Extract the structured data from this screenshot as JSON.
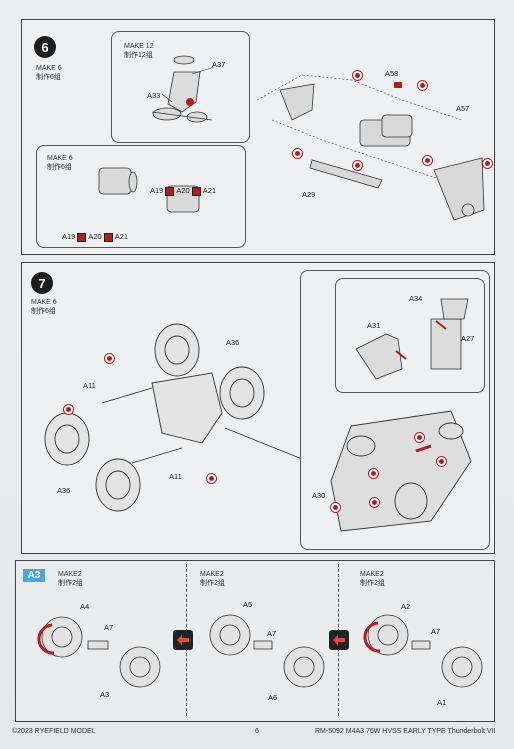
{
  "step6": {
    "number": "6",
    "make_en": "MAKE 6",
    "make_cn": "制作6组",
    "inset1": {
      "make_en": "MAKE 12",
      "make_cn": "制作12组",
      "labels": [
        "A37",
        "A33"
      ]
    },
    "inset2": {
      "make_en": "MAKE 6",
      "make_cn": "制作6组",
      "row1": {
        "a": "A19",
        "b": "A20",
        "c": "A21"
      },
      "row2": {
        "a": "A19",
        "b": "A20",
        "c": "A21"
      }
    },
    "labels": [
      "A58",
      "A57",
      "A29"
    ]
  },
  "step7": {
    "number": "7",
    "make_en": "MAKE 6",
    "make_cn": "制作6组",
    "labels": [
      "A36",
      "A11",
      "A36",
      "A11"
    ],
    "inset_labels": [
      "A34",
      "A31",
      "A27"
    ],
    "main_labels": [
      "A30"
    ]
  },
  "stepA3": {
    "tag": "A3",
    "columns": [
      {
        "make_en": "MAKE2",
        "make_cn": "制作2组",
        "labels": [
          "A4",
          "A7",
          "A3"
        ]
      },
      {
        "make_en": "MAKE2",
        "make_cn": "制作2组",
        "labels": [
          "A5",
          "A7",
          "A6"
        ]
      },
      {
        "make_en": "MAKE2",
        "make_cn": "制作2组",
        "labels": [
          "A2",
          "A7",
          "A1"
        ]
      }
    ]
  },
  "footer": {
    "copyright": "©2023 RYEFIELD MODEL",
    "page": "6",
    "title": "RM-5092 M4A3 76W HVSS EARLY TYPE Thunderbolt VII"
  },
  "colors": {
    "accent_red": "#b01e1e",
    "tag_blue": "#4da6d8"
  }
}
